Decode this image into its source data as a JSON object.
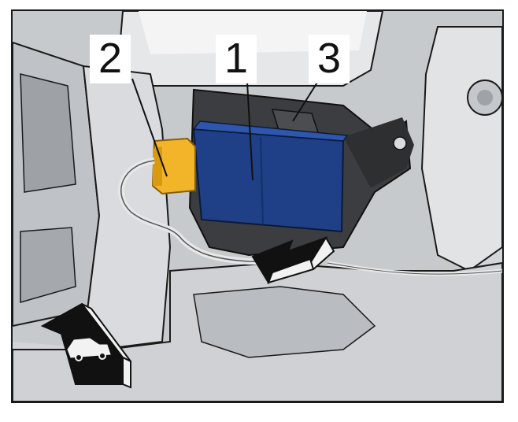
{
  "callouts": {
    "part_1": "1",
    "part_2": "2",
    "part_3": "3"
  },
  "colors": {
    "module_blue": "#1f3f86",
    "connector_yellow": "#f2b52a",
    "bracket_dark": "#3c3d40",
    "body_panel": "#c9ccd0",
    "outline": "#1a1a1a"
  },
  "icons": {
    "direction_arrow": "removal-direction-arrow-icon",
    "vehicle_direction": "vehicle-front-direction-icon"
  }
}
